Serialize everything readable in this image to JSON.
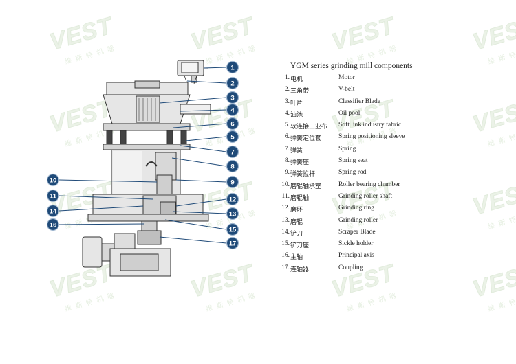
{
  "watermark": {
    "brand": "VEST",
    "sub": "维斯特机器"
  },
  "colors": {
    "callout_fill": "#1f4a78",
    "callout_text": "#ffffff",
    "leader": "#1f4a78",
    "outline": "#333333",
    "fill": "#e6e6e6"
  },
  "title": "YGM series grinding mill components",
  "components": [
    {
      "num": "1.",
      "zh": "电机",
      "en": "Motor"
    },
    {
      "num": "2.",
      "zh": "三角带",
      "en": "V-belt"
    },
    {
      "num": "3.",
      "zh": "叶片",
      "en": "Classifier Blade"
    },
    {
      "num": "4.",
      "zh": "油池",
      "en": "Oil pool"
    },
    {
      "num": "5.",
      "zh": "软连接工业布",
      "en": "Soft link industry fabric"
    },
    {
      "num": "6.",
      "zh": "弹簧定位套",
      "en": "Spring positioning sleeve"
    },
    {
      "num": "7.",
      "zh": "弹簧",
      "en": "Spring"
    },
    {
      "num": "8.",
      "zh": "弹簧座",
      "en": "Spring seat"
    },
    {
      "num": "9.",
      "zh": "弹簧拉杆",
      "en": "Spring rod"
    },
    {
      "num": "10.",
      "zh": "磨辊轴承室",
      "en": "Roller bearing chamber"
    },
    {
      "num": "11.",
      "zh": "磨辊轴",
      "en": "Grinding roller shaft"
    },
    {
      "num": "12.",
      "zh": "磨环",
      "en": "Grinding ring"
    },
    {
      "num": "13.",
      "zh": "磨辊",
      "en": "Grinding roller"
    },
    {
      "num": "14.",
      "zh": "铲刀",
      "en": "Scraper Blade"
    },
    {
      "num": "15.",
      "zh": "铲刀座",
      "en": "Sickle holder"
    },
    {
      "num": "16.",
      "zh": "主轴",
      "en": "Principal axis"
    },
    {
      "num": "17.",
      "zh": "连轴器",
      "en": "Coupling"
    }
  ],
  "callouts": {
    "right": [
      "1",
      "2",
      "3",
      "4",
      "6",
      "5",
      "7",
      "8",
      "9",
      "12",
      "13",
      "15",
      "17"
    ],
    "left": [
      "10",
      "11",
      "14",
      "16"
    ]
  }
}
